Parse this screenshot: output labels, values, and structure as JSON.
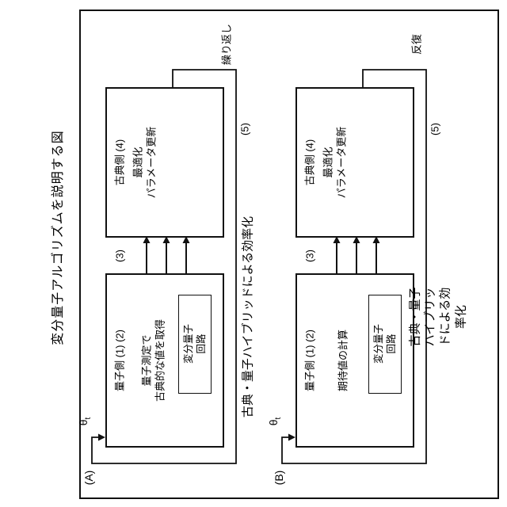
{
  "figure": {
    "title": "変分量子アルゴリズムを説明する図",
    "panels": [
      {
        "label": "(A)",
        "loop_label": "繰り返し",
        "theta": {
          "base": "θ",
          "sub": "t"
        },
        "quantum_box": {
          "title": "量子側 (1) (2)",
          "body": "量子測定で\n古典的な値を取得",
          "circuit_label": "変分量子\n回路"
        },
        "arrows_label": "(3)",
        "classical_box": {
          "title": "古典側 (4)",
          "body": "最適化\nパラメータ更新"
        },
        "loop_ref": "(5)",
        "caption": "古典・量子ハイブリッドによる効率化"
      },
      {
        "label": "(B)",
        "loop_label": "反復",
        "theta": {
          "base": "θ",
          "sub": "t"
        },
        "quantum_box": {
          "title": "量子側 (1) (2)",
          "body": "期待値の計算",
          "circuit_label": "変分量子\n回路"
        },
        "arrows_label": "(3)",
        "classical_box": {
          "title": "古典側 (4)",
          "body": "最適化\nパラメータ更新"
        },
        "loop_ref": "(5)",
        "caption": "古典・量子ハイブリッドによる効率化"
      }
    ]
  }
}
